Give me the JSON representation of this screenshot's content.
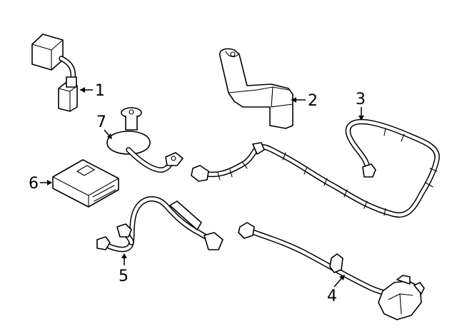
{
  "callouts": [
    {
      "id": 1,
      "label": "1"
    },
    {
      "id": 2,
      "label": "2"
    },
    {
      "id": 3,
      "label": "3"
    },
    {
      "id": 4,
      "label": "4"
    },
    {
      "id": 5,
      "label": "5"
    },
    {
      "id": 6,
      "label": "6"
    },
    {
      "id": 7,
      "label": "7"
    }
  ],
  "colors": {
    "line": "#000000",
    "background": "#ffffff"
  }
}
